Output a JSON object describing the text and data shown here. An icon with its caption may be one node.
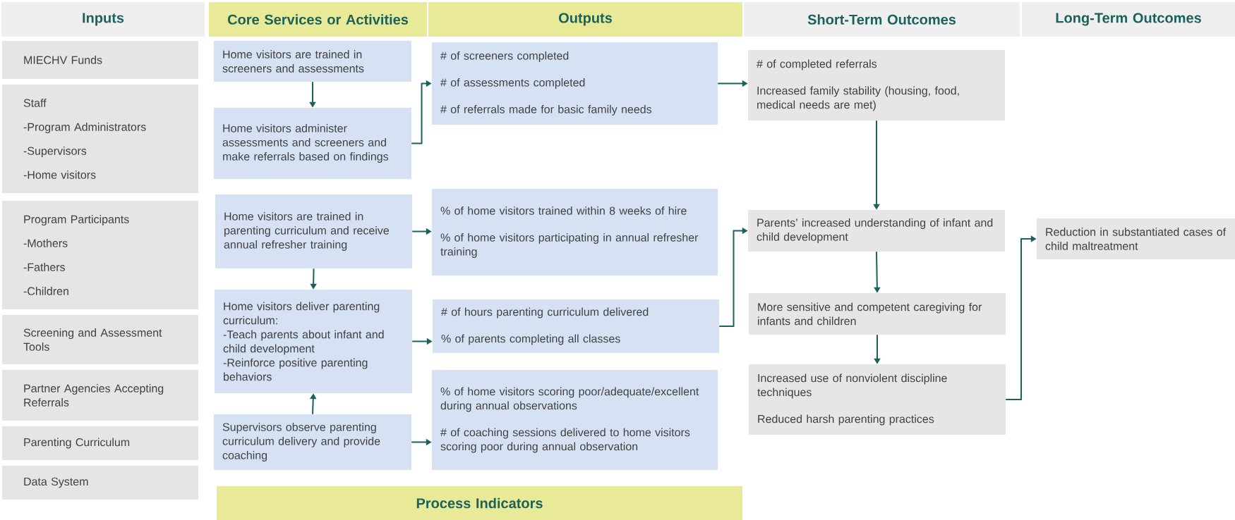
{
  "diagram": {
    "nodes": [
      {
        "text": [
          "Inputs"
        ]
      },
      {
        "text": [
          "Core Services or Activities"
        ]
      },
      {
        "text": [
          "Outputs"
        ]
      },
      {
        "text": [
          "Short-Term Outcomes"
        ]
      },
      {
        "text": [
          "Long-Term Outcomes"
        ]
      },
      {
        "text": [
          "MIECHV Funds"
        ]
      },
      {
        "text": [
          "Staff",
          "-Program Administrators",
          "-Supervisors",
          "-Home visitors"
        ]
      },
      {
        "text": [
          "Program Participants",
          "-Mothers",
          "-Fathers",
          "-Children"
        ]
      },
      {
        "text": [
          "Screening and Assessment Tools"
        ]
      },
      {
        "text": [
          "Partner Agencies Accepting Referrals"
        ]
      },
      {
        "text": [
          "Parenting Curriculum"
        ]
      },
      {
        "text": [
          "Data System"
        ]
      },
      {
        "text": [
          "Home visitors are trained in screeners and assessments"
        ]
      },
      {
        "text": [
          "Home visitors administer assessments and screeners and make referrals based on findings"
        ]
      },
      {
        "text": [
          "Home visitors are trained in parenting curriculum and receive annual refresher training"
        ]
      },
      {
        "text": [
          "Home visitors deliver parenting curriculum:",
          "-Teach parents about infant and child development",
          "-Reinforce positive parenting behaviors"
        ]
      },
      {
        "text": [
          "Supervisors observe parenting curriculum delivery and provide coaching"
        ]
      },
      {
        "text": [
          "# of screeners completed",
          "# of assessments completed",
          "# of referrals made for basic family needs"
        ]
      },
      {
        "text": [
          "% of home visitors trained within 8 weeks of hire",
          "% of home visitors participating in annual refresher training"
        ]
      },
      {
        "text": [
          "#  of hours parenting curriculum delivered",
          "% of parents completing all classes"
        ]
      },
      {
        "text": [
          "% of home visitors scoring poor/adequate/excellent during annual observations",
          "# of coaching sessions delivered to home visitors scoring poor during annual observation"
        ]
      },
      {
        "text": [
          "# of completed referrals",
          "Increased family stability (housing, food, medical needs are met)"
        ]
      },
      {
        "text": [
          "Parents’ increased understanding of infant and child development"
        ]
      },
      {
        "text": [
          "More sensitive and competent caregiving for infants and children"
        ]
      },
      {
        "text": [
          "Increased use of nonviolent discipline techniques",
          "Reduced harsh parenting practices"
        ]
      },
      {
        "text": [
          "Reduction in substantiated cases of child maltreatment"
        ]
      },
      {
        "text": [
          "Process Indicators"
        ]
      }
    ],
    "edges": [
      {
        "from": 12,
        "to": 13,
        "arrow": "to"
      },
      {
        "from": 13,
        "to": 17,
        "arrow": "to"
      },
      {
        "from": 14,
        "to": 18,
        "arrow": "to"
      },
      {
        "from": 14,
        "to": 15,
        "arrow": "to"
      },
      {
        "from": 15,
        "to": 19,
        "arrow": "to"
      },
      {
        "from": 16,
        "to": 15,
        "arrow": "to"
      },
      {
        "from": 16,
        "to": 20,
        "arrow": "to"
      },
      {
        "from": 17,
        "to": 21,
        "arrow": "to"
      },
      {
        "from": 19,
        "to": 22,
        "arrow": "to"
      },
      {
        "from": 21,
        "to": 22,
        "arrow": "to"
      },
      {
        "from": 22,
        "to": 23,
        "arrow": "to"
      },
      {
        "from": 23,
        "to": 24,
        "arrow": "to"
      },
      {
        "from": 24,
        "to": 25,
        "arrow": "to"
      }
    ]
  }
}
